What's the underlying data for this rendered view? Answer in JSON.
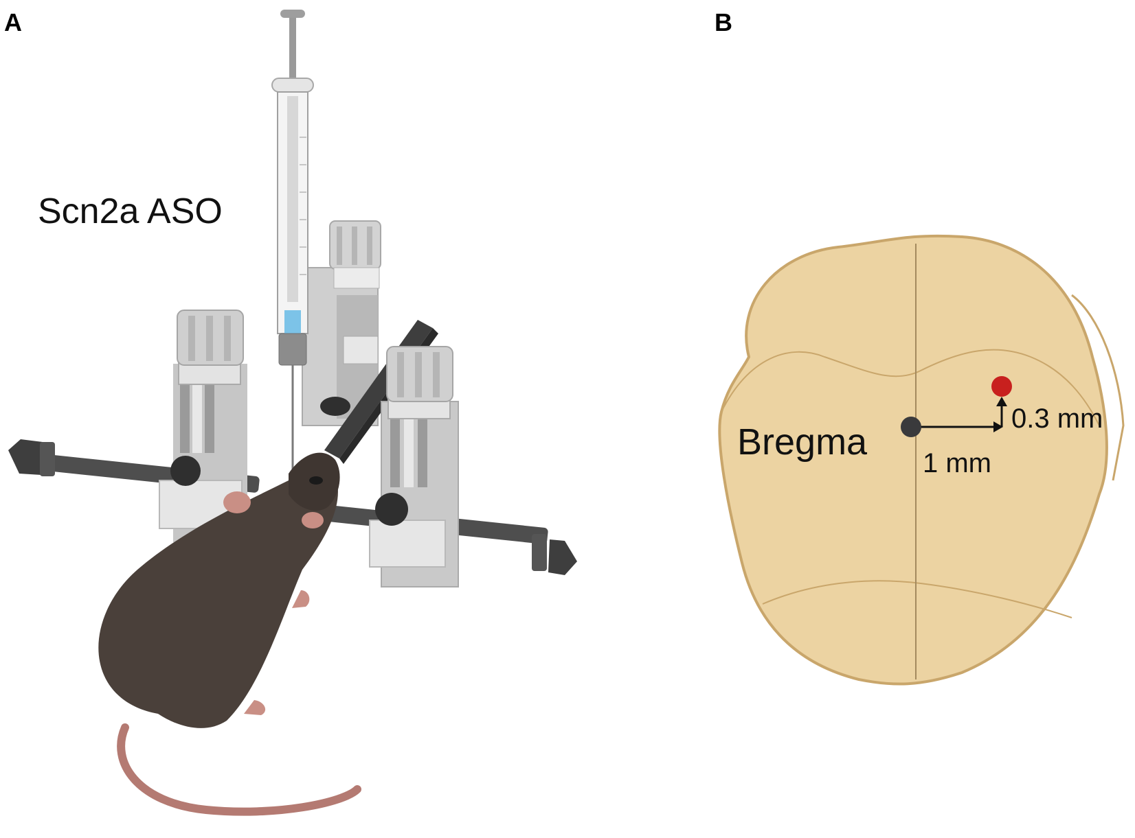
{
  "panels": {
    "a": {
      "letter": "A",
      "injectate_label": "Scn2a ASO"
    },
    "b": {
      "letter": "B",
      "landmark_label": "Bregma",
      "mediolateral_offset": "1 mm",
      "anteroposterior_offset": "0.3 mm"
    }
  },
  "colors": {
    "mouse_fur": "#4a403a",
    "mouse_skin": "#c98f85",
    "frame_gray": "#cfcfcf",
    "bar_dark": "#4e4e4e",
    "skull_fill": "#ecd3a2",
    "skull_edge": "#c9a66b",
    "bregma_dot": "#3a3a3c",
    "target_dot": "#c8201e",
    "syringe_fluid": "#7cc3e8"
  },
  "icons": [
    "mouse",
    "stereotaxic-frame",
    "syringe",
    "skull"
  ]
}
